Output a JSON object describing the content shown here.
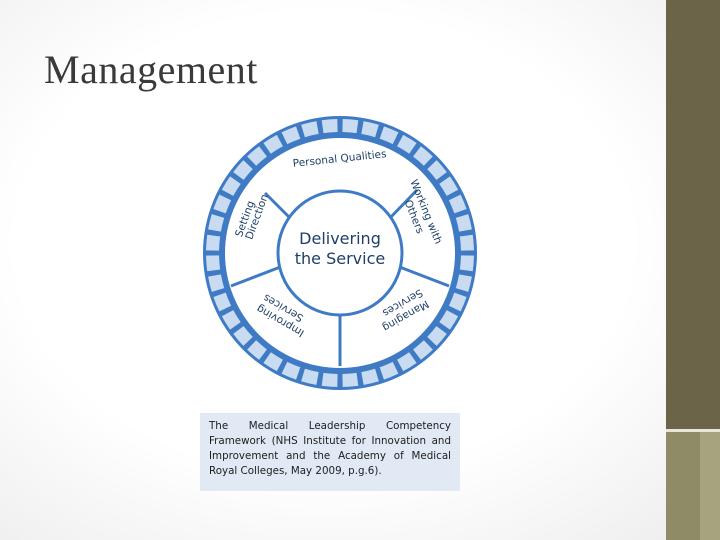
{
  "slide": {
    "title": "Management"
  },
  "diagram": {
    "center_line1": "Delivering",
    "center_line2": "the Service",
    "segments": [
      {
        "label": "Personal Qualities"
      },
      {
        "label": "Working with"
      },
      {
        "label": "Others"
      },
      {
        "label": "Managing"
      },
      {
        "label": "Services"
      },
      {
        "label": "Improving"
      },
      {
        "label": "Services"
      },
      {
        "label": "Setting"
      },
      {
        "label": "Direction"
      }
    ],
    "colors": {
      "ring": "#3f7bc5",
      "tick": "#c9dbf1",
      "segment_fill": "#ffffff",
      "text": "#1f3f66"
    }
  },
  "caption": {
    "text": "The Medical Leadership Competency Framework (NHS Institute for Innovation and Improvement and the Academy of Medical Royal Colleges, May 2009, p.g.6)."
  },
  "theme": {
    "sidebar_dark": "#6b6448",
    "sidebar_light": "#8f8b66"
  }
}
